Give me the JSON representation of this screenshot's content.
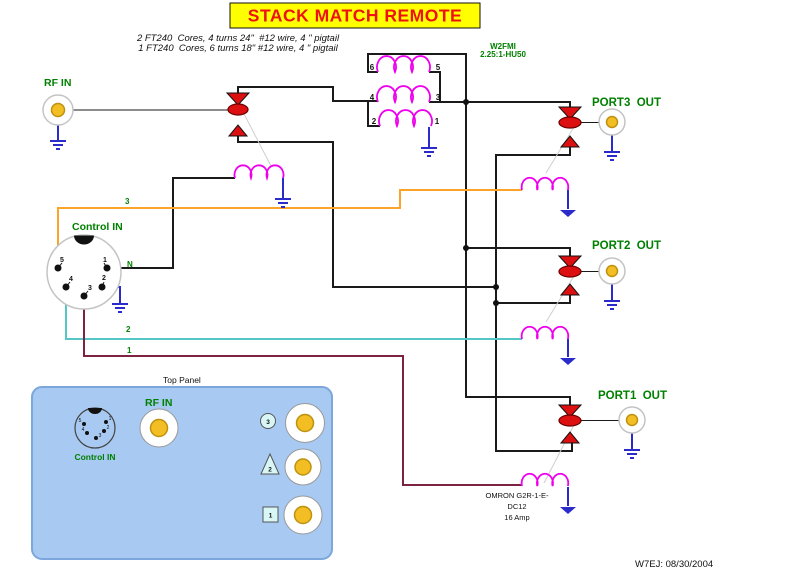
{
  "title": "STACK MATCH REMOTE",
  "notes": {
    "line1": "2 FT240  Cores, 4 turns 24\"  #12 wire, 4 \" pigtail",
    "line2": "1 FT240  Cores, 6 turns 18\" #12 wire, 4 \" pigtail"
  },
  "transformer": {
    "name": "W2FMI",
    "ratio": "2.25:1-HU50",
    "pins": {
      "p6": "6",
      "p5": "5",
      "p4": "4",
      "p3": "3",
      "p2": "2",
      "p1": "1"
    }
  },
  "rf_in": {
    "label": "RF IN"
  },
  "control_in": {
    "label": "Control IN",
    "pins": {
      "p5": "5",
      "p1": "1",
      "p4": "4",
      "p2": "2",
      "p3": "3"
    },
    "wire_labels": {
      "orange": "3",
      "black": "N",
      "teal": "2",
      "maroon": "1"
    }
  },
  "ports": {
    "port3": {
      "label": "PORT3  OUT"
    },
    "port2": {
      "label": "PORT2  OUT"
    },
    "port1": {
      "label": "PORT1  OUT"
    }
  },
  "relay_note": {
    "line1": "OMRON G2R-1-E-",
    "line2": "DC12",
    "line3": "16 Amp"
  },
  "top_panel": {
    "title": "Top Panel",
    "rf_in_label": "RF IN",
    "control_in_label": "Control IN",
    "jack_badges": {
      "jack3": "3",
      "jack2": "2",
      "jack1": "1"
    },
    "din_pins": {
      "p5": "5",
      "p1": "1",
      "p4": "4",
      "p2": "2",
      "p3": "3"
    }
  },
  "credit": "W7EJ: 08/30/2004",
  "colors": {
    "title_bg": "#FFFF00",
    "title_text": "#EE1111",
    "label_green": "#008000",
    "wire_black": "#1A1A1A",
    "wire_orange": "#FCA428",
    "wire_teal": "#55C6C6",
    "wire_maroon": "#7E2242",
    "ground_blue": "#2B2BCB",
    "coil_magenta": "#EE00EE",
    "relay_red": "#DC1010",
    "relay_outline": "#6B0000",
    "connector_yellow": "#F2BE24",
    "connector_yellow_border": "#BE9210",
    "connector_ring": "#C4C4C4",
    "panel_blue": "#A7C9F2",
    "panel_border": "#7BA7DC",
    "badge_cyan": "#D9F6F6",
    "link_gray": "#CFCFCF"
  }
}
